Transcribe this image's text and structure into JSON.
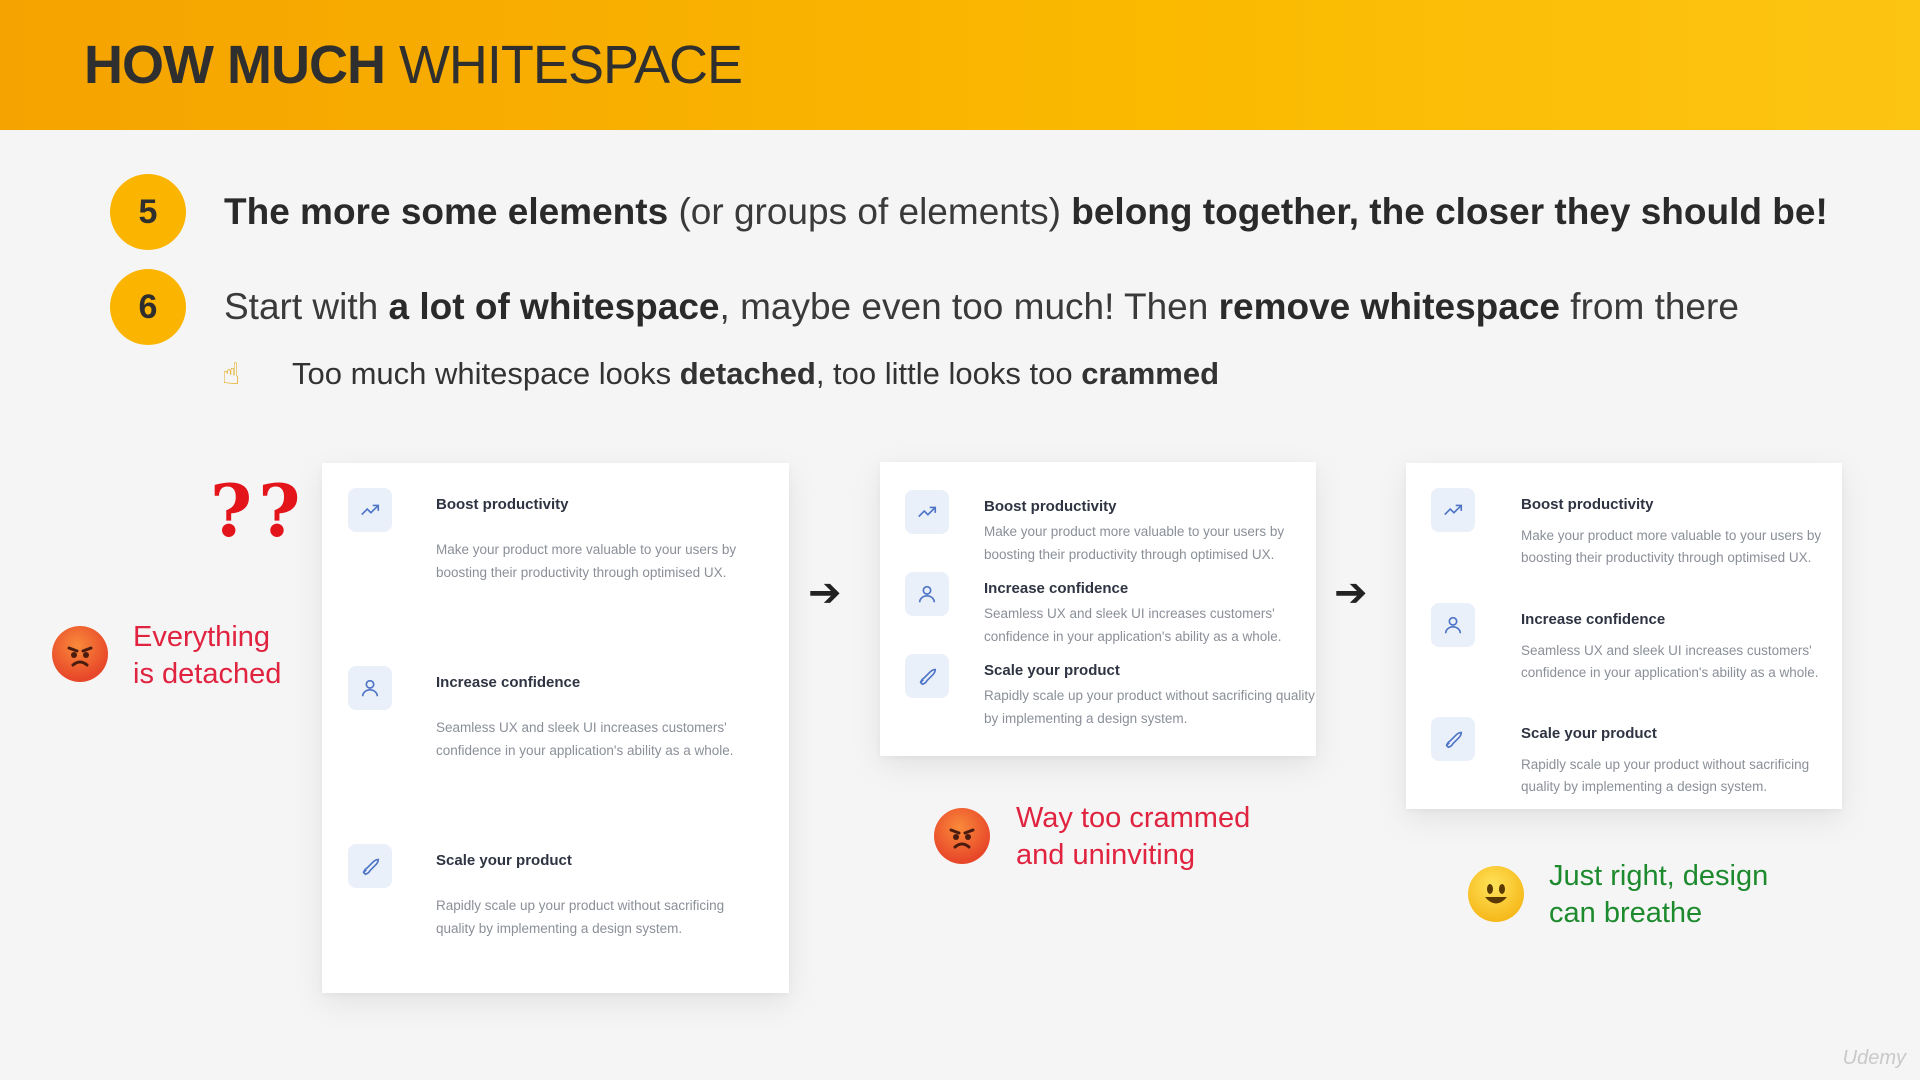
{
  "header": {
    "title_bold": "HOW MUCH",
    "title_light": "WHITESPACE",
    "bg_color": "#fbb500"
  },
  "rules": [
    {
      "number": "5",
      "parts": [
        {
          "text": "The more some elements",
          "bold": true
        },
        {
          "text": " (or groups of elements) ",
          "bold": false
        },
        {
          "text": "belong together, the closer they should be!",
          "bold": true
        }
      ]
    },
    {
      "number": "6",
      "parts": [
        {
          "text": "Start with ",
          "bold": false
        },
        {
          "text": "a lot of whitespace",
          "bold": true
        },
        {
          "text": ", maybe even too much! Then ",
          "bold": false
        },
        {
          "text": "remove whitespace",
          "bold": true
        },
        {
          "text": " from there",
          "bold": false
        }
      ]
    }
  ],
  "tip": {
    "icon": "pointing-up-icon",
    "glyph": "☝",
    "parts": [
      {
        "text": "Too much whitespace looks ",
        "bold": false
      },
      {
        "text": "detached",
        "bold": true
      },
      {
        "text": ", too little looks too ",
        "bold": false
      },
      {
        "text": "crammed",
        "bold": true
      }
    ]
  },
  "question_marks": "??",
  "verdicts": {
    "detached": {
      "emoji": "angry-face-icon",
      "line1": "Everything",
      "line2": "is detached",
      "color": "#e0233f"
    },
    "crammed": {
      "emoji": "angry-face-icon",
      "line1": "Way too crammed",
      "line2": "and uninviting",
      "color": "#e0233f"
    },
    "right": {
      "emoji": "smiling-face-icon",
      "line1": "Just right, design",
      "line2": "can breathe",
      "color": "#1d8a2e"
    }
  },
  "features": [
    {
      "icon": "trending-up-icon",
      "title": "Boost productivity",
      "desc": "Make your product more valuable to your users by boosting their productivity through optimised UX."
    },
    {
      "icon": "user-icon",
      "title": "Increase confidence",
      "desc": "Seamless UX and sleek UI increases customers' confidence in your application's ability as a whole."
    },
    {
      "icon": "rocket-icon",
      "title": "Scale your product",
      "desc": "Rapidly scale up your product without sacrificing quality by implementing a design system."
    }
  ],
  "arrows": [
    "arrow-right-icon",
    "arrow-right-icon"
  ],
  "arrow_glyph": "➔",
  "watermark": "Udemy"
}
